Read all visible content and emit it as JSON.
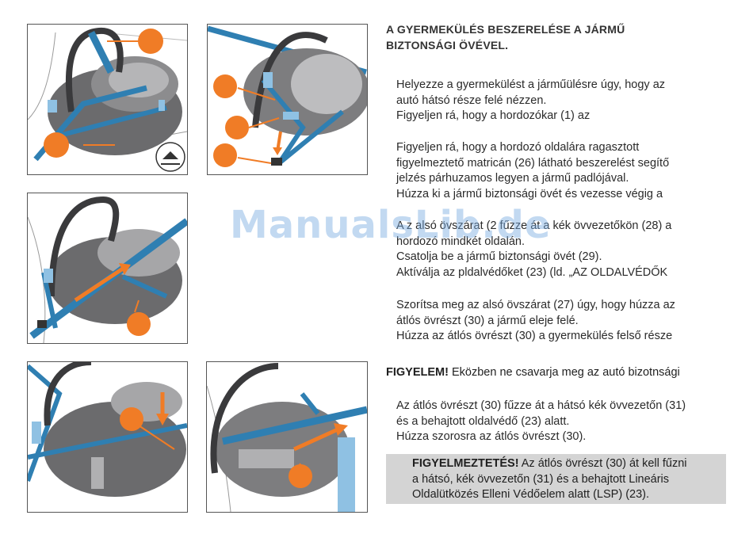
{
  "title": "A GYERMEKÜLÉS BESZERELÉSE A JÁRMŰ BIZTONSÁGI ÖVÉVEL.",
  "title_lines": [
    "A GYERMEKÜLÉS BESZERELÉSE A JÁRMŰ",
    "BIZTONSÁGI ÖVÉVEL."
  ],
  "paragraphs": [
    [
      "Helyezze a gyermekülést a járműülésre úgy, hogy az",
      "autó hátsó része felé nézzen.",
      "Figyeljen rá, hogy a hordozókar (1) az"
    ],
    [
      "Figyeljen rá, hogy a hordozó oldalára ragasztott",
      "figyelmeztető matricán (26) látható beszerelést segítő",
      "jelzés párhuzamos legyen a jármű padlójával.",
      "Húzza ki a jármű biztonsági övét és vezesse végig a"
    ],
    [
      "A z alsó övszárat (2   fűzze át a kék övvezetőkön (28) a",
      "hordozó mindkét oldalán.",
      "Csatolja be a jármű biztonsági övét (29).",
      "Aktíválja az pldalvédőket (23) (ld. „AZ OLDALVÉDŐK"
    ],
    [
      "Szorítsa meg az alsó övszárat (27) úgy, hogy húzza az",
      "átlós övrészt (30) a jármű eleje felé.",
      "Húzza az átlós övrészt (30) a gyermekülés felső része"
    ],
    [
      "Az átlós övrészt (30) fűzze át a hátsó kék övvezetőn (31)",
      "és a behajtott oldalvédő (23) alatt.",
      "Húzza szorosra az átlós övrészt (30)."
    ]
  ],
  "notice": {
    "label": "FIGYELEM!",
    "text": " Eközben ne csavarja meg az autó bizotnsági"
  },
  "warning": {
    "label": "FIGYELMEZTETÉS!",
    "first_line_rest": " Az átlós övrészt (30) át kell fűzni",
    "lines": [
      "a hátsó, kék övvezetőn (31) és a behajtott Lineáris",
      "Oldalütközés Elleni Védőelem alatt (LSP) (23)."
    ]
  },
  "watermark": "ManualsLib.de",
  "colors": {
    "accent_orange": "#f07c26",
    "belt_blue": "#2f7fb2",
    "guide_light_blue": "#8fc1e3",
    "seat_dark": "#5a5a5c",
    "warning_bg": "#d4d4d4"
  },
  "illustrations": [
    {
      "name": "step-1-seat-placement",
      "icons": [
        "carrier-handle",
        "number-marker",
        "floor-parallel-sticker"
      ]
    },
    {
      "name": "step-2-lap-belt-guides",
      "icons": [
        "number-marker",
        "belt-buckle"
      ]
    },
    {
      "name": "step-3-tighten-lap-belt",
      "icons": [
        "direction-arrow",
        "number-marker"
      ]
    },
    {
      "name": "step-4-diagonal-belt-pull",
      "icons": [
        "direction-arrow",
        "number-marker"
      ]
    },
    {
      "name": "step-5-rear-guide-routing",
      "icons": [
        "direction-arrow",
        "number-marker"
      ]
    }
  ]
}
